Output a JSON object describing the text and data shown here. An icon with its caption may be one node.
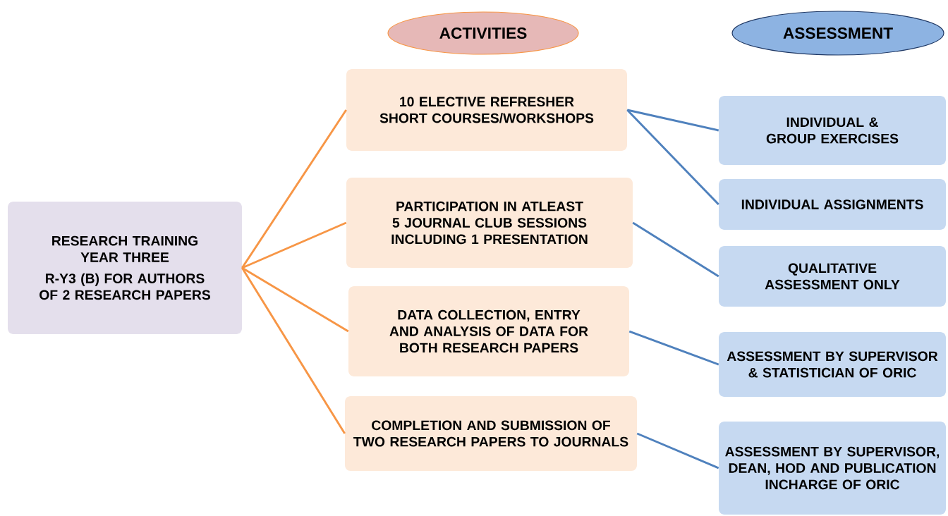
{
  "diagram": {
    "nodes": [
      {
        "text": [
          "ACTIVITIES"
        ]
      },
      {
        "text": [
          "ASSESSMENT"
        ]
      },
      {
        "text": [
          "RESEARCH TRAINING YEAR THREE",
          "R-Y3 (B) FOR AUTHORS OF 2 RESEARCH PAPERS"
        ]
      },
      {
        "text": [
          "10 ELECTIVE REFRESHER SHORT COURSES/WORKSHOPS"
        ]
      },
      {
        "text": [
          "PARTICIPATION IN ATLEAST 5 JOURNAL CLUB SESSIONS INCLUDING 1 PRESENTATION"
        ]
      },
      {
        "text": [
          "DATA COLLECTION, ENTRY AND ANALYSIS OF DATA FOR BOTH RESEARCH PAPERS"
        ]
      },
      {
        "text": [
          "COMPLETION AND SUBMISSION OF TWO RESEARCH PAPERS TO JOURNALS"
        ]
      },
      {
        "text": [
          "INDIVIDUAL & GROUP EXERCISES"
        ]
      },
      {
        "text": [
          "INDIVIDUAL ASSIGNMENTS"
        ]
      },
      {
        "text": [
          "QUALITATIVE ASSESSMENT ONLY"
        ]
      },
      {
        "text": [
          "ASSESSMENT BY SUPERVISOR & STATISTICIAN OF ORIC"
        ]
      },
      {
        "text": [
          "ASSESSMENT BY SUPERVISOR, DEAN, HOD AND PUBLICATION INCHARGE OF ORIC"
        ]
      }
    ],
    "edges": [
      {
        "from": 2,
        "to": 3,
        "arrow": "none",
        "color": "#f79646"
      },
      {
        "from": 2,
        "to": 4,
        "arrow": "none",
        "color": "#f79646"
      },
      {
        "from": 2,
        "to": 5,
        "arrow": "none",
        "color": "#f79646"
      },
      {
        "from": 2,
        "to": 6,
        "arrow": "none",
        "color": "#f79646"
      },
      {
        "from": 3,
        "to": 7,
        "arrow": "none"
      },
      {
        "from": 3,
        "to": 8,
        "arrow": "none"
      },
      {
        "from": 4,
        "to": 9,
        "arrow": "none"
      },
      {
        "from": 5,
        "to": 10,
        "arrow": "none"
      },
      {
        "from": 6,
        "to": 11,
        "arrow": "none"
      }
    ]
  }
}
